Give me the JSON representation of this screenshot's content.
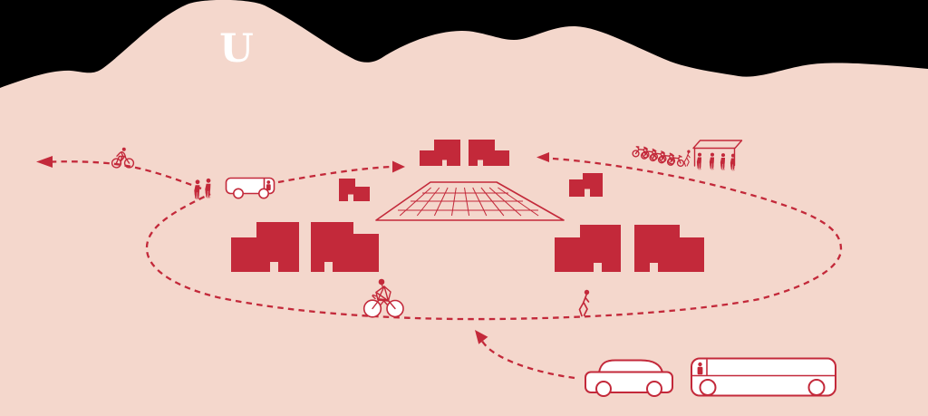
{
  "logo": {
    "text": "U"
  },
  "colors": {
    "bg": "#000000",
    "terrain": "#f4d7cc",
    "red": "#c3293a",
    "white": "#ffffff"
  },
  "icons": [
    "block-u-logo",
    "mountain-silhouette",
    "cyclist-exit-icon",
    "exit-arrow-west-icon",
    "pedestrians-waiting-icon",
    "shuttle-bus-icon",
    "arrow-to-west-buildings-icon",
    "arrow-to-east-buildings-icon",
    "bike-rack-icon",
    "walking-person-icon",
    "bus-shelter-icon",
    "loop-cyclist-icon",
    "loop-pedestrian-icon",
    "car-icon",
    "transit-bus-icon",
    "entry-arrow-icon",
    "recreation-field-icon"
  ],
  "counts": {
    "buildings": 8,
    "bikes_in_rack": 5,
    "people_under_shelter": 4,
    "pedestrians_at_stop": 2
  }
}
